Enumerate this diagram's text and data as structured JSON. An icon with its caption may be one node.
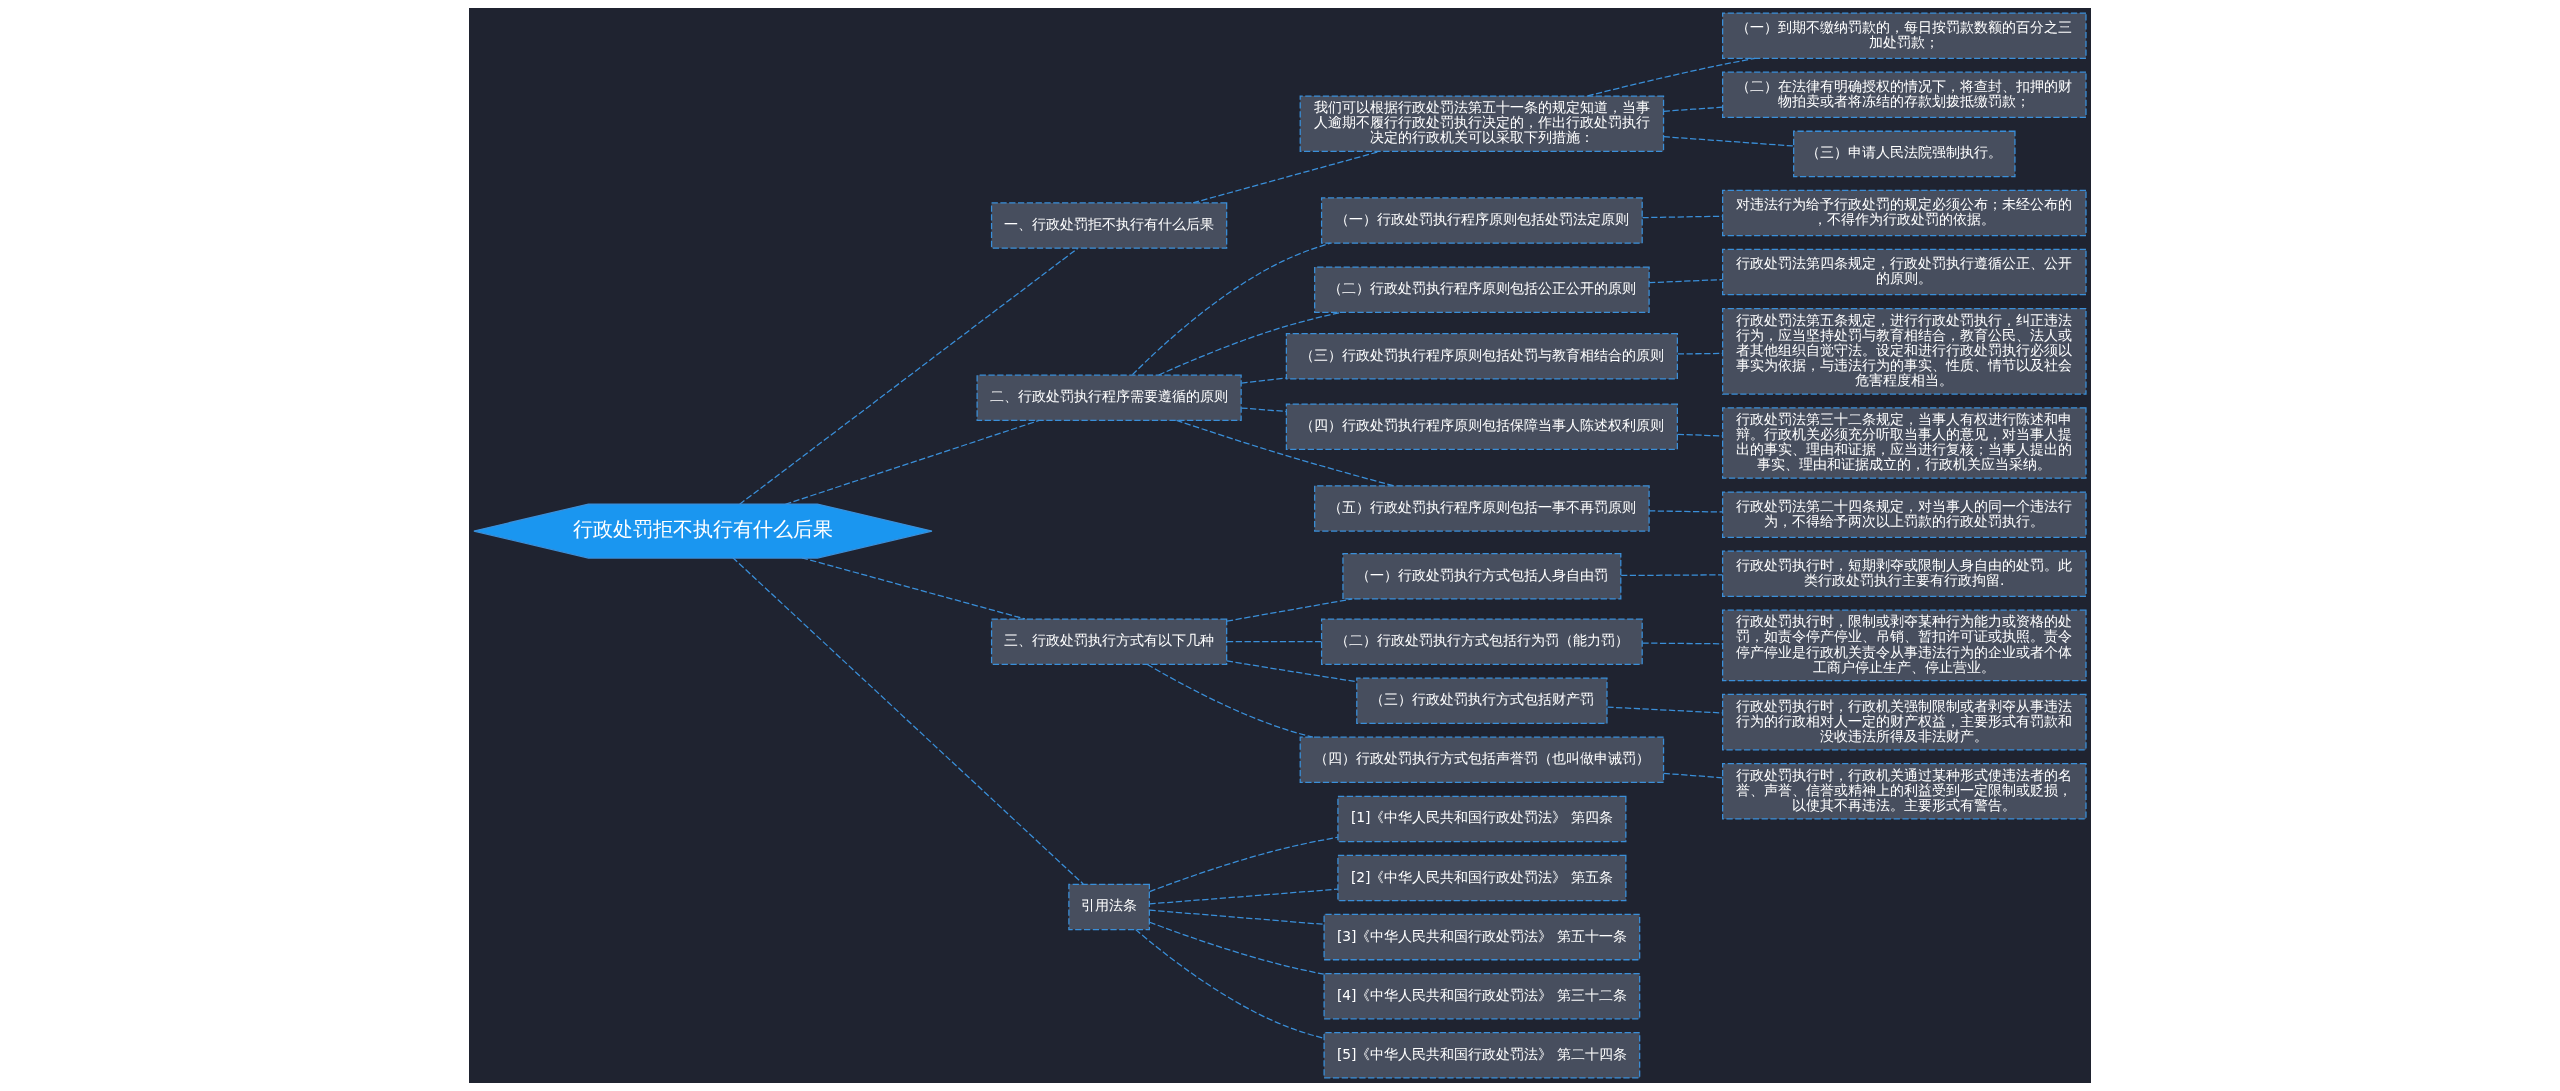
{
  "diagram": {
    "nodes": [
      {
        "text": [
          "行政处罚拒不执行有什么后果"
        ]
      },
      {
        "text": [
          "一、行政处罚拒不执行有什么后果"
        ]
      },
      {
        "text": [
          "我们可以根据行政处罚法第五十一条的规定知道，当事人逾期不履行行政处罚执行决定的，作出行政处罚执行决定的行政机关可以采取下列措施："
        ]
      },
      {
        "text": [
          "（一）到期不缴纳罚款的，每日按罚款数额的百分之三加处罚款；"
        ]
      },
      {
        "text": [
          "（二）在法律有明确授权的情况下，将查封、扣押的财物拍卖或者将冻结的存款划拨抵缴罚款；"
        ]
      },
      {
        "text": [
          "（三）申请人民法院强制执行。"
        ]
      },
      {
        "text": [
          "二、行政处罚执行程序需要遵循的原则"
        ]
      },
      {
        "text": [
          "（一）行政处罚执行程序原则包括处罚法定原则"
        ]
      },
      {
        "text": [
          "对违法行为给予行政处罚的规定必须公布；未经公布的，不得作为行政处罚的依据。"
        ]
      },
      {
        "text": [
          "（二）行政处罚执行程序原则包括公正公开的原则"
        ]
      },
      {
        "text": [
          "行政处罚法第四条规定，行政处罚执行遵循公正、公开的原则。"
        ]
      },
      {
        "text": [
          "（三）行政处罚执行程序原则包括处罚与教育相结合的原则"
        ]
      },
      {
        "text": [
          "行政处罚法第五条规定，进行行政处罚执行，纠正违法行为，应当坚持处罚与教育相结合，教育公民、法人或者其他组织自觉守法。设定和进行行政处罚执行必须以事实为依据，与违法行为的事实、性质、情节以及社会危害程度相当。"
        ]
      },
      {
        "text": [
          "（四）行政处罚执行程序原则包括保障当事人陈述权利原则"
        ]
      },
      {
        "text": [
          "行政处罚法第三十二条规定，当事人有权进行陈述和申辩。行政机关必须充分听取当事人的意见，对当事人提出的事实、理由和证据，应当进行复核；当事人提出的事实、理由和证据成立的，行政机关应当采纳。"
        ]
      },
      {
        "text": [
          "（五）行政处罚执行程序原则包括一事不再罚原则"
        ]
      },
      {
        "text": [
          "行政处罚法第二十四条规定，对当事人的同一个违法行为，不得给予两次以上罚款的行政处罚执行。"
        ]
      },
      {
        "text": [
          "三、行政处罚执行方式有以下几种"
        ]
      },
      {
        "text": [
          "（一）行政处罚执行方式包括人身自由罚"
        ]
      },
      {
        "text": [
          "行政处罚执行时，短期剥夺或限制人身自由的处罚。此类行政处罚执行主要有行政拘留."
        ]
      },
      {
        "text": [
          "（二）行政处罚执行方式包括行为罚（能力罚）"
        ]
      },
      {
        "text": [
          "行政处罚执行时，限制或剥夺某种行为能力或资格的处罚，如责令停产停业、吊销、暂扣许可证或执照。责令停产停业是行政机关责令从事违法行为的企业或者个体工商户停止生产、停止营业。"
        ]
      },
      {
        "text": [
          "（三）行政处罚执行方式包括财产罚"
        ]
      },
      {
        "text": [
          "行政处罚执行时，行政机关强制限制或者剥夺从事违法行为的行政相对人一定的财产权益，主要形式有罚款和没收违法所得及非法财产。"
        ]
      },
      {
        "text": [
          "（四）行政处罚执行方式包括声誉罚（也叫做申诫罚）"
        ]
      },
      {
        "text": [
          "行政处罚执行时，行政机关通过某种形式使违法者的名誉、声誉、信誉或精神上的利益受到一定限制或贬损，以使其不再违法。主要形式有警告。"
        ]
      },
      {
        "text": [
          "引用法条"
        ]
      },
      {
        "text": [
          "[1]《中华人民共和国行政处罚法》 第四条"
        ]
      },
      {
        "text": [
          "[2]《中华人民共和国行政处罚法》 第五条"
        ]
      },
      {
        "text": [
          "[3]《中华人民共和国行政处罚法》 第五十一条"
        ]
      },
      {
        "text": [
          "[4]《中华人民共和国行政处罚法》 第三十二条"
        ]
      },
      {
        "text": [
          "[5]《中华人民共和国行政处罚法》 第二十四条"
        ]
      }
    ],
    "edges": [
      {
        "from": 0,
        "to": 1,
        "arrow": "none"
      },
      {
        "from": 1,
        "to": 2,
        "arrow": "none"
      },
      {
        "from": 2,
        "to": 3,
        "arrow": "none"
      },
      {
        "from": 2,
        "to": 4,
        "arrow": "none"
      },
      {
        "from": 2,
        "to": 5,
        "arrow": "none"
      },
      {
        "from": 0,
        "to": 6,
        "arrow": "none"
      },
      {
        "from": 6,
        "to": 7,
        "arrow": "none"
      },
      {
        "from": 7,
        "to": 8,
        "arrow": "none"
      },
      {
        "from": 6,
        "to": 9,
        "arrow": "none"
      },
      {
        "from": 9,
        "to": 10,
        "arrow": "none"
      },
      {
        "from": 6,
        "to": 11,
        "arrow": "none"
      },
      {
        "from": 11,
        "to": 12,
        "arrow": "none"
      },
      {
        "from": 6,
        "to": 13,
        "arrow": "none"
      },
      {
        "from": 13,
        "to": 14,
        "arrow": "none"
      },
      {
        "from": 6,
        "to": 15,
        "arrow": "none"
      },
      {
        "from": 15,
        "to": 16,
        "arrow": "none"
      },
      {
        "from": 0,
        "to": 17,
        "arrow": "none"
      },
      {
        "from": 17,
        "to": 18,
        "arrow": "none"
      },
      {
        "from": 18,
        "to": 19,
        "arrow": "none"
      },
      {
        "from": 17,
        "to": 20,
        "arrow": "none"
      },
      {
        "from": 20,
        "to": 21,
        "arrow": "none"
      },
      {
        "from": 17,
        "to": 22,
        "arrow": "none"
      },
      {
        "from": 22,
        "to": 23,
        "arrow": "none"
      },
      {
        "from": 17,
        "to": 24,
        "arrow": "none"
      },
      {
        "from": 24,
        "to": 25,
        "arrow": "none"
      },
      {
        "from": 0,
        "to": 26,
        "arrow": "none"
      },
      {
        "from": 26,
        "to": 27,
        "arrow": "none"
      },
      {
        "from": 26,
        "to": 28,
        "arrow": "none"
      },
      {
        "from": 26,
        "to": 29,
        "arrow": "none"
      },
      {
        "from": 26,
        "to": 30,
        "arrow": "none"
      },
      {
        "from": 26,
        "to": 31,
        "arrow": "none"
      }
    ]
  }
}
